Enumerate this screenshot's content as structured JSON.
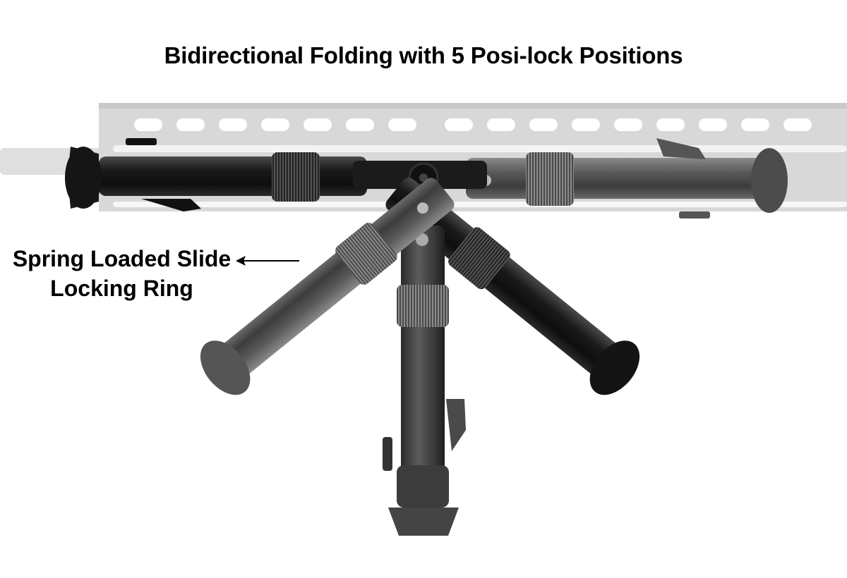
{
  "title": "Bidirectional Folding with 5 Posi-lock Positions",
  "callout": {
    "line1": "Spring Loaded Slide",
    "line2": "Locking Ring",
    "arrow_target": "locking-ring"
  },
  "figure": {
    "subject": "folding bipod shown in 5 leg positions mounted under a handguard rail",
    "leg_positions": 5,
    "colors": {
      "background": "#ffffff",
      "rail_ghost": "#d2d2d2",
      "leg_dark": "#1c1c1c",
      "leg_mid": "#3a3a3a",
      "leg_gray": "#5a5a5a",
      "text": "#000000"
    }
  }
}
